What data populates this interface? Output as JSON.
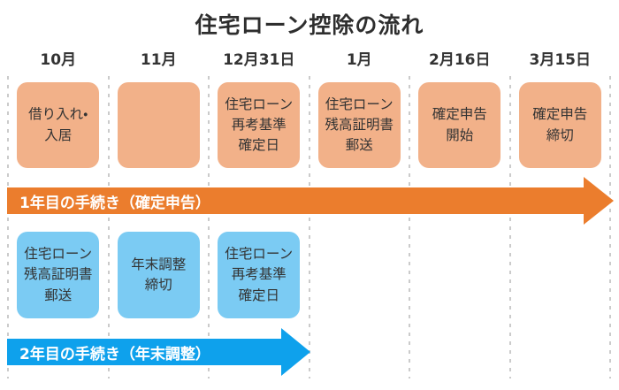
{
  "title": "住宅ローン控除の流れ",
  "timeline": {
    "months": [
      "10月",
      "11月",
      "12月31日",
      "1月",
      "2月16日",
      "3月15日"
    ]
  },
  "year1": {
    "boxes": [
      "借り入れ・\n入居",
      "",
      "住宅ローン\n再考基準\n確定日",
      "住宅ローン\n残高証明書\n郵送",
      "確定申告\n開始",
      "確定申告\n締切"
    ],
    "arrow_label": "1年目の手続き（確定申告）"
  },
  "year2": {
    "boxes": [
      "住宅ローン\n残高証明書\n郵送",
      "年末調整\n締切",
      "住宅ローン\n再考基準\n確定日"
    ],
    "arrow_label": "2年目の手続き（年末調整）"
  },
  "colors": {
    "orange_box": "#F2B189",
    "orange_arrow": "#EB7D2D",
    "blue_box": "#7BCBF3",
    "blue_arrow": "#0EA1EC",
    "text": "#333333",
    "dashed_line": "#cbcbcb"
  }
}
